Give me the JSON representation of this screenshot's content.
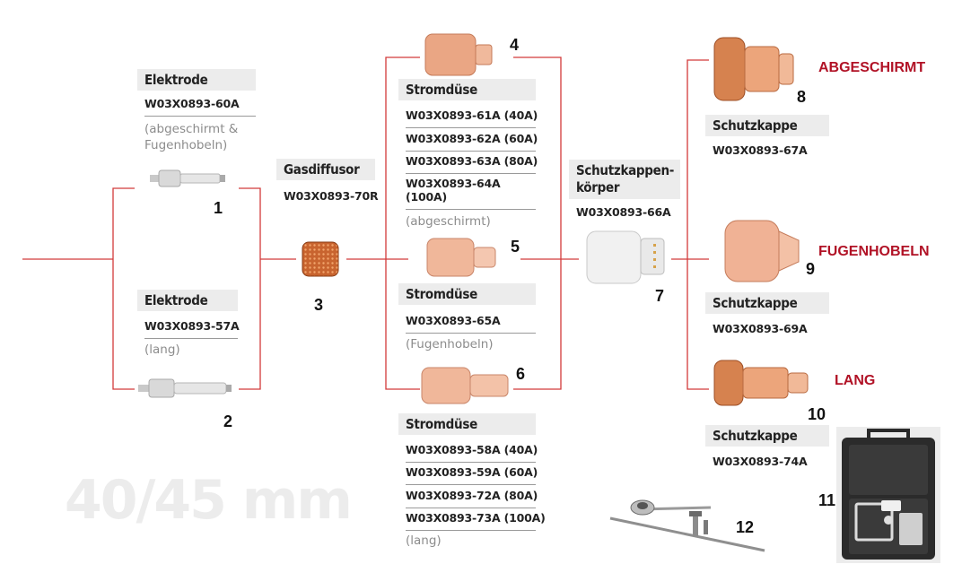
{
  "size_title": "40/45 mm",
  "parts": {
    "p1": {
      "number": "1",
      "heading": "Elektrode",
      "code": "W03X0893-60A",
      "note": "(abgeschirmt &\nFugenhobeln)"
    },
    "p2": {
      "number": "2",
      "heading": "Elektrode",
      "code": "W03X0893-57A",
      "note": "(lang)"
    },
    "p3": {
      "number": "3",
      "heading": "Gasdiffusor",
      "code": "W03X0893-70R"
    },
    "p4": {
      "number": "4",
      "heading": "Stromdüse",
      "codes": [
        "W03X0893-61A (40A)",
        "W03X0893-62A (60A)",
        "W03X0893-63A (80A)",
        "W03X0893-64A\n(100A)"
      ],
      "note": "(abgeschirmt)"
    },
    "p5": {
      "number": "5",
      "heading": "Stromdüse",
      "code": "W03X0893-65A",
      "note": "(Fugenhobeln)"
    },
    "p6": {
      "number": "6",
      "heading": "Stromdüse",
      "codes": [
        "W03X0893-58A (40A)",
        "W03X0893-59A (60A)",
        "W03X0893-72A (80A)",
        "W03X0893-73A (100A)"
      ],
      "note": "(lang)"
    },
    "p7": {
      "number": "7",
      "heading": "Schutzkappen-\nkörper",
      "code": "W03X0893-66A"
    },
    "p8": {
      "number": "8",
      "heading": "Schutzkappe",
      "code": "W03X0893-67A",
      "tag": "ABGESCHIRMT"
    },
    "p9": {
      "number": "9",
      "heading": "Schutzkappe",
      "code": "W03X0893-69A",
      "tag": "FUGENHOBELN"
    },
    "p10": {
      "number": "10",
      "heading": "Schutzkappe",
      "code": "W03X0893-74A",
      "tag": "LANG"
    },
    "p11": {
      "number": "11"
    },
    "p12": {
      "number": "12"
    }
  },
  "colors": {
    "wire": "#d23a3a",
    "accent": "#b11226",
    "copper": "#e8a17c",
    "label_bg": "#ececec"
  }
}
